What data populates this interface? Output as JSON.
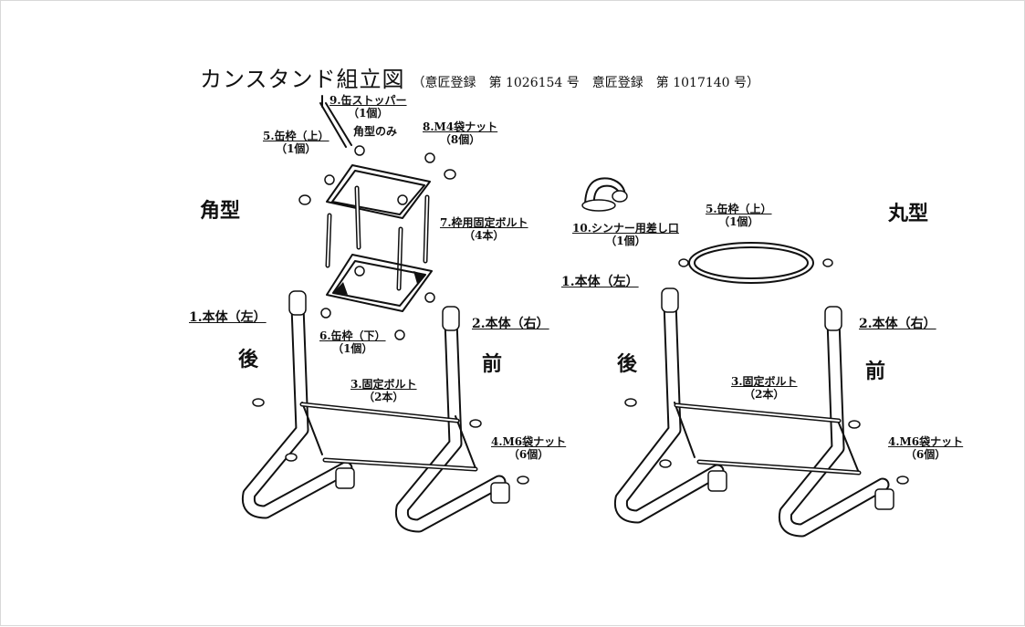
{
  "title": "カンスタンド組立図",
  "registration": "（意匠登録　第 1026154 号　意匠登録　第 1017140 号）",
  "labels": {
    "square_type": "角型",
    "round_type": "丸型",
    "rear_left": "後",
    "front_left": "前",
    "rear_right": "後",
    "front_right": "前",
    "square_only": "角型のみ"
  },
  "parts": {
    "p1": "1.本体（左）",
    "p2": "2.本体（右）",
    "p3": "3.固定ボルト",
    "p3_qty": "（2本）",
    "p4": "4.M6袋ナット",
    "p4_qty": "（6個）",
    "p5": "5.缶枠（上）",
    "p5_qty": "（1個）",
    "p6": "6.缶枠（下）",
    "p6_qty": "（1個）",
    "p7": "7.枠用固定ボルト",
    "p7_qty": "（4本）",
    "p8": "8.M4袋ナット",
    "p8_qty": "（8個）",
    "p9": "9.缶ストッパー",
    "p9_qty": "（1個）",
    "p10": "10.シンナー用差し口",
    "p10_qty": "（1個）"
  }
}
